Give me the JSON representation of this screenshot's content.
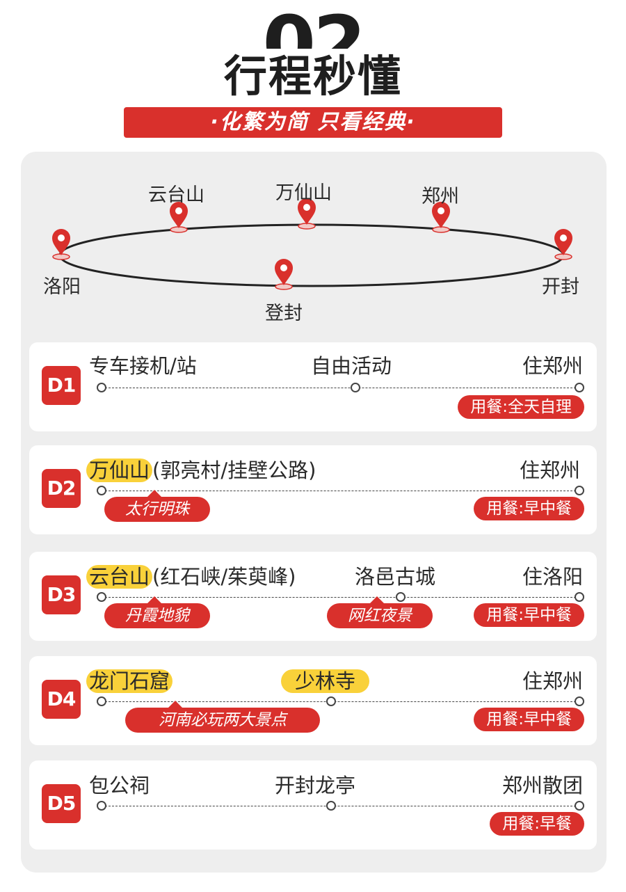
{
  "header": {
    "number": "02",
    "title": "行程秒懂",
    "subtitle": "·化繁为简 只看经典·"
  },
  "route_map": {
    "stops": [
      "洛阳",
      "云台山",
      "万仙山",
      "郑州",
      "开封",
      "登封"
    ]
  },
  "days": [
    {
      "badge": "D1",
      "stops": [
        "专车接机/站",
        "自由活动",
        "住郑州"
      ],
      "meal": "用餐:全天自理",
      "tags": []
    },
    {
      "badge": "D2",
      "highlight": "万仙山",
      "highlight_suffix": "(郭亮村/挂壁公路)",
      "stay": "住郑州",
      "meal": "用餐:早中餐",
      "tags": [
        "太行明珠"
      ]
    },
    {
      "badge": "D3",
      "highlight": "云台山",
      "highlight_suffix": "(红石峡/茱萸峰)",
      "middle": "洛邑古城",
      "stay": "住洛阳",
      "meal": "用餐:早中餐",
      "tags": [
        "丹霞地貌",
        "网红夜景"
      ]
    },
    {
      "badge": "D4",
      "highlight": "龙门石窟",
      "highlight2": "少林寺",
      "stay": "住郑州",
      "meal": "用餐:早中餐",
      "tags": [
        "河南必玩两大景点"
      ]
    },
    {
      "badge": "D5",
      "stops": [
        "包公祠",
        "开封龙亭",
        "郑州散团"
      ],
      "meal": "用餐:早餐",
      "tags": []
    }
  ],
  "colors": {
    "accent": "#d9302c",
    "highlight": "#f9d13a",
    "panel": "#eeeeee"
  }
}
